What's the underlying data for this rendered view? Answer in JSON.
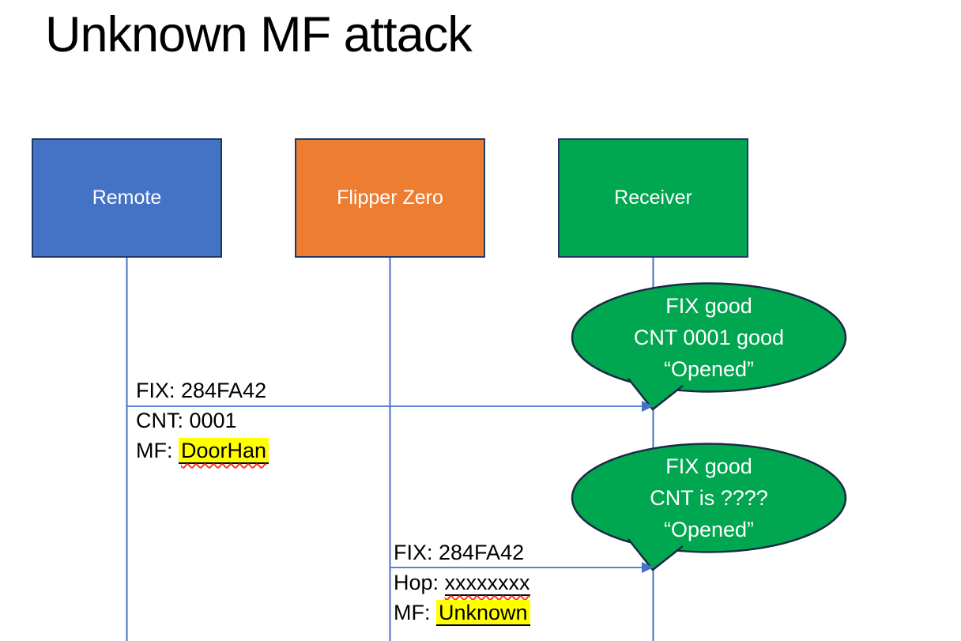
{
  "title": "Unknown MF attack",
  "colors": {
    "actor_blue": "#4472C4",
    "actor_orange": "#ED7D31",
    "actor_green": "#00A650",
    "shape_border_navy": "#1F3864",
    "bubble_border_navy": "#1B2A44",
    "connector_blue": "#4472C4",
    "highlight_yellow": "#FFFF00",
    "squiggle_red": "#FF3B21",
    "text_white": "#FFFFFF",
    "text_black": "#000000"
  },
  "actors": [
    {
      "label": "Remote"
    },
    {
      "label": "Flipper Zero"
    },
    {
      "label": "Receiver"
    }
  ],
  "messages": [
    {
      "from": "Remote",
      "to": "Receiver",
      "line1_label": "FIX: 284FA42",
      "line2_label": "CNT: 0001",
      "line3_prefix": "MF: ",
      "line3_value": "DoorHan"
    },
    {
      "from": "Flipper Zero",
      "to": "Receiver",
      "line1_label": "FIX: 284FA42",
      "line2_prefix": "Hop: ",
      "line2_value": "xxxxxxxx",
      "line3_prefix": "MF: ",
      "line3_value": "Unknown"
    }
  ],
  "bubbles": [
    {
      "line1": "FIX good",
      "line2": "CNT 0001 good",
      "line3": "“Opened”"
    },
    {
      "line1": "FIX good",
      "line2": "CNT is ????",
      "line3": "“Opened”"
    }
  ]
}
